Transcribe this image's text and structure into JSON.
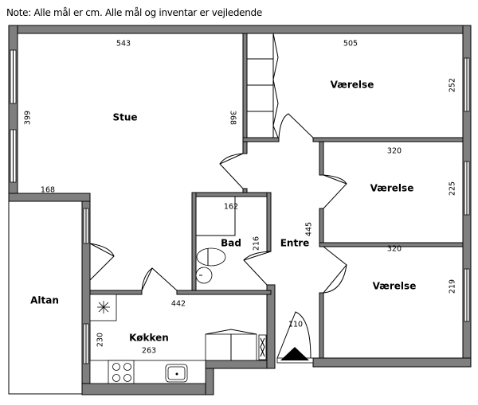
{
  "note": "Note: Alle mål er cm. Alle mål og inventar er vejledende",
  "colors": {
    "wall": "#7f7f7f",
    "outline": "#000000"
  },
  "rooms": {
    "stue": {
      "label": "Stue",
      "width": "543",
      "height": "399",
      "side": "368",
      "extra": "168"
    },
    "vaerelse1": {
      "label": "Værelse",
      "width": "505",
      "height": "252"
    },
    "vaerelse2": {
      "label": "Værelse",
      "width": "320",
      "height": "225"
    },
    "vaerelse3": {
      "label": "Værelse",
      "width": "320",
      "height": "219"
    },
    "bad": {
      "label": "Bad",
      "width": "162",
      "height": "216"
    },
    "entre": {
      "label": "Entre",
      "height": "445",
      "door": "110"
    },
    "altan": {
      "label": "Altan"
    },
    "koekken": {
      "label": "Køkken",
      "width": "263",
      "height": "230",
      "length": "442"
    }
  }
}
